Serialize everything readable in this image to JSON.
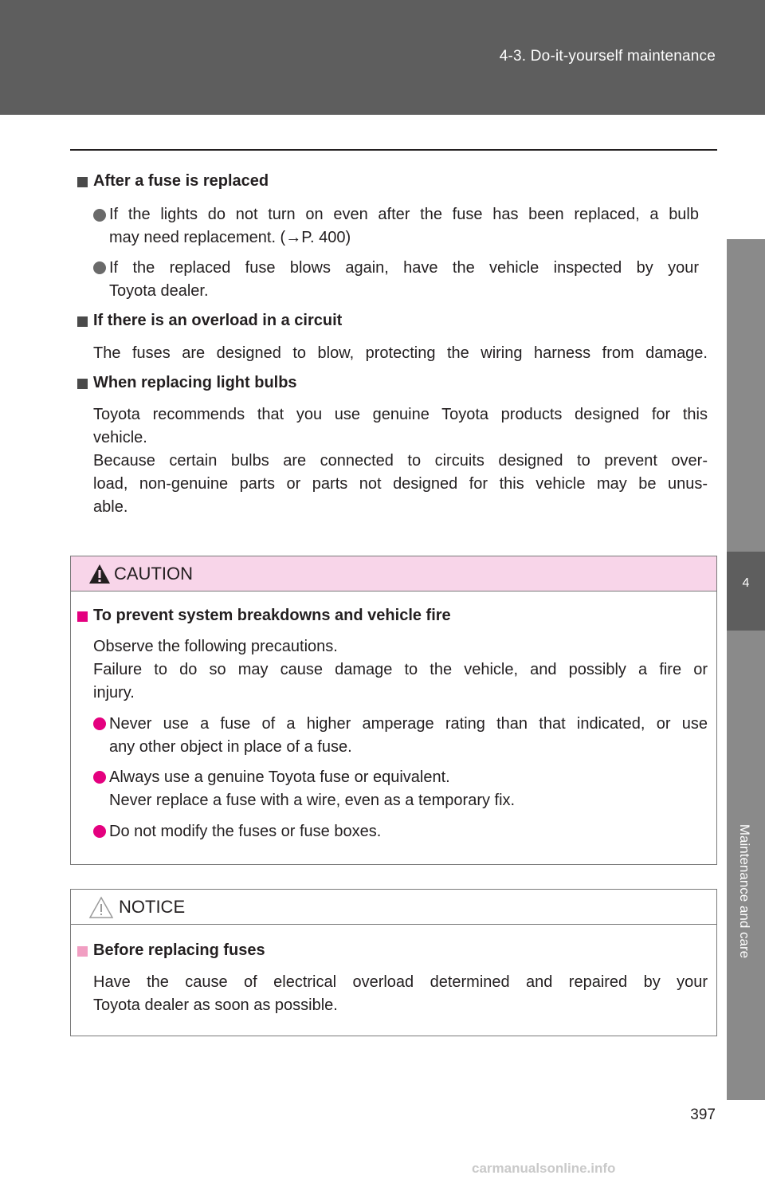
{
  "header": {
    "section_title": "4-3. Do-it-yourself maintenance"
  },
  "side_tab": {
    "chapter_number": "4",
    "chapter_label": "Maintenance and care"
  },
  "sections": {
    "after_fuse": {
      "heading": "After a fuse is replaced",
      "bullets": [
        {
          "line1": "If the lights do not turn on even after the fuse has been replaced, a bulb",
          "line2": "may need replacement. (→P. 400)"
        },
        {
          "line1": "If the replaced fuse blows again, have the vehicle inspected by your",
          "line2": "Toyota dealer."
        }
      ]
    },
    "overload": {
      "heading": "If there is an overload in a circuit",
      "text": "The fuses are designed to blow, protecting the wiring harness from damage."
    },
    "bulbs": {
      "heading": "When replacing light bulbs",
      "para1_line1": "Toyota recommends that you use genuine Toyota products designed for this",
      "para1_line2": "vehicle.",
      "para2_line1": "Because certain bulbs are connected to circuits designed to prevent over-",
      "para2_line2": "load, non-genuine parts or parts not designed for this vehicle may be unus-",
      "para2_line3": "able."
    }
  },
  "caution": {
    "title": "CAUTION",
    "heading": "To prevent system breakdowns and vehicle fire",
    "intro_line1": "Observe the following precautions.",
    "intro_line2": "Failure to do so may cause damage to the vehicle, and possibly a fire or",
    "intro_line3": "injury.",
    "bullets": [
      {
        "line1": "Never use a fuse of a higher amperage rating than that indicated, or use",
        "line2": "any other object in place of a fuse."
      },
      {
        "line1": "Always use a genuine Toyota fuse or equivalent.",
        "line2": "Never replace a fuse with a wire, even as a temporary fix."
      },
      {
        "line1": "Do not modify the fuses or fuse boxes."
      }
    ]
  },
  "notice": {
    "title": "NOTICE",
    "heading": "Before replacing fuses",
    "line1": "Have the cause of electrical overload determined and repaired by your",
    "line2": "Toyota dealer as soon as possible."
  },
  "footer": {
    "page_number": "397",
    "watermark": "carmanualsonline.info"
  },
  "colors": {
    "header_gray": "#5e5e5e",
    "side_tab_gray": "#8a8a8a",
    "caution_pink": "#f8d5e9",
    "accent_magenta": "#e4007f",
    "notice_square": "#f19ec2"
  }
}
